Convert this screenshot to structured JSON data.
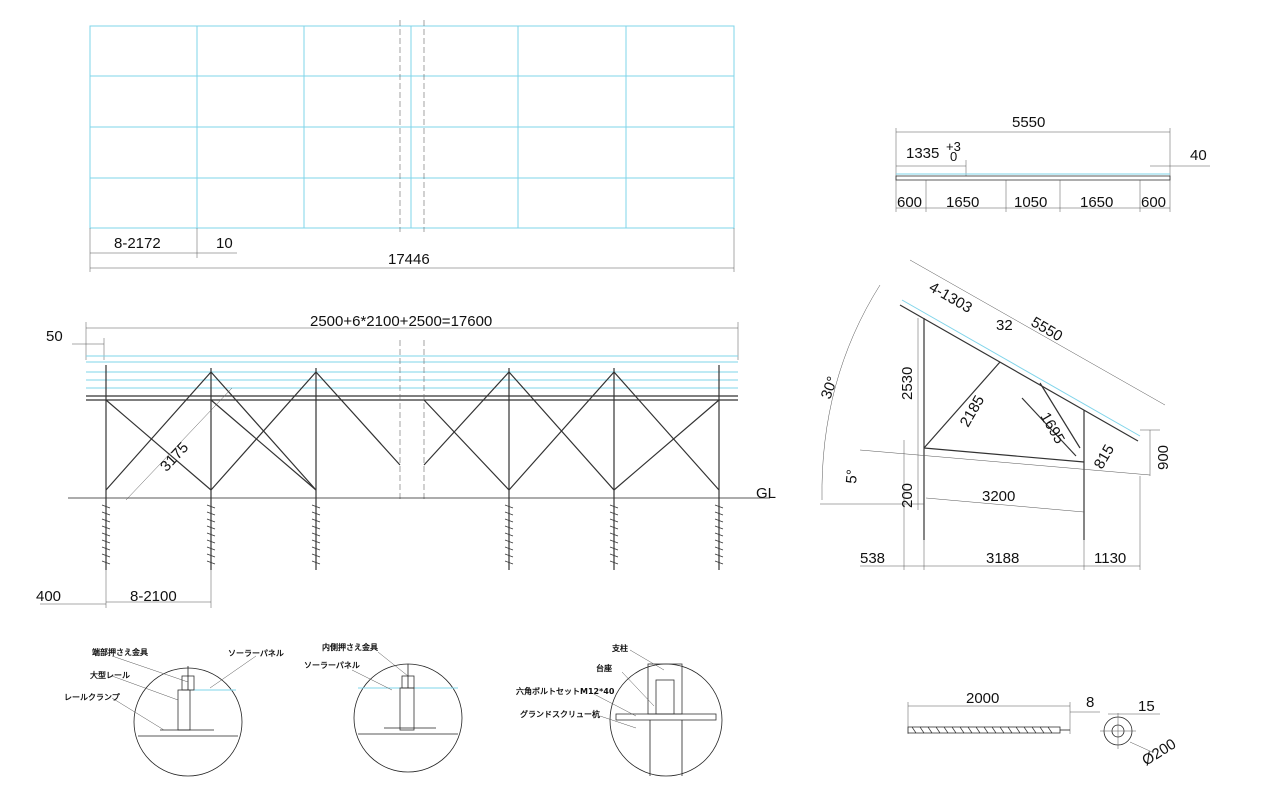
{
  "top_view": {
    "dim_module": "8-2172",
    "dim_gap": "10",
    "dim_total": "17446"
  },
  "front_view": {
    "dim_total": "2500+6*2100+2500=17600",
    "dim_overhang": "50",
    "dim_brace": "3175",
    "ground_label": "GL",
    "dim_embed": "400",
    "dim_spacing": "8-2100"
  },
  "rail_view": {
    "dim_length": "5550",
    "dim_first": "1335",
    "tol_upper": "+3",
    "tol_lower": "0",
    "dim_end": "40",
    "segments": [
      "600",
      "1650",
      "1050",
      "1650",
      "600"
    ]
  },
  "side_view": {
    "dim_panel_length": "5550",
    "dim_module": "4-1303",
    "dim_gap": "32",
    "dim_front_post": "2530",
    "dim_brace_long": "2185",
    "dim_brace_short": "1695",
    "dim_rear_post": "815",
    "dim_rear_height": "900",
    "angle_tilt": "30°",
    "angle_ground": "5°",
    "dim_ground_height": "200",
    "dim_post_span": "3200",
    "dim_left": "538",
    "dim_center": "3188",
    "dim_right": "1130"
  },
  "detail_end_clamp": {
    "label_clamp": "端部押さえ金具",
    "label_panel": "ソーラーパネル",
    "label_rail": "大型レール",
    "label_rail_clamp": "レールクランプ"
  },
  "detail_mid_clamp": {
    "label_clamp": "内側押さえ金具",
    "label_panel": "ソーラーパネル"
  },
  "detail_base": {
    "label_post": "支柱",
    "label_base": "台座",
    "label_bolt": "六角ボルトセットM12*40",
    "label_screw": "グランドスクリュー杭"
  },
  "screw_view": {
    "dim_length": "2000",
    "dim_tip": "8",
    "dim_plate": "15",
    "dim_diameter": "Ø200"
  }
}
